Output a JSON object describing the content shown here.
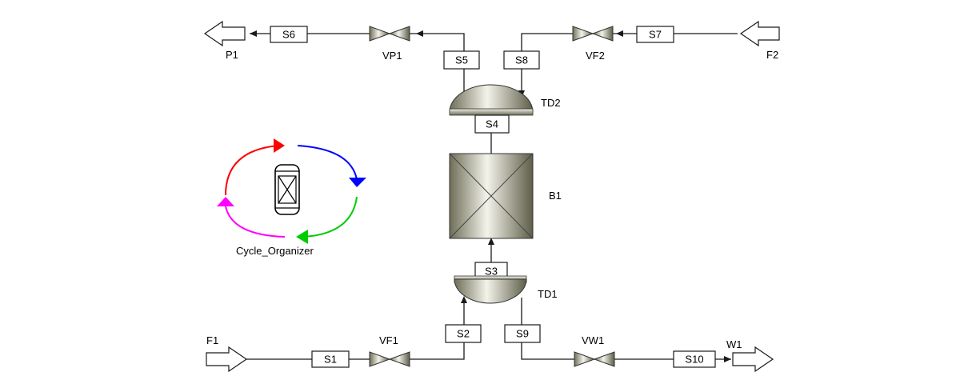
{
  "diagram": {
    "feeds": {
      "f1": "F1",
      "f2": "F2"
    },
    "products": {
      "p1": "P1",
      "w1": "W1"
    },
    "valves": {
      "vp1": "VP1",
      "vf1": "VF1",
      "vf2": "VF2",
      "vw1": "VW1"
    },
    "streams": {
      "s1": "S1",
      "s2": "S2",
      "s3": "S3",
      "s4": "S4",
      "s5": "S5",
      "s6": "S6",
      "s7": "S7",
      "s8": "S8",
      "s9": "S9",
      "s10": "S10"
    },
    "units": {
      "td1": "TD1",
      "td2": "TD2",
      "b1": "B1"
    },
    "cycle_organizer": {
      "label": "Cycle_Organizer",
      "colors": {
        "red": "#ff0000",
        "blue": "#0000ff",
        "green": "#00cc00",
        "magenta": "#ff00ff"
      }
    }
  }
}
